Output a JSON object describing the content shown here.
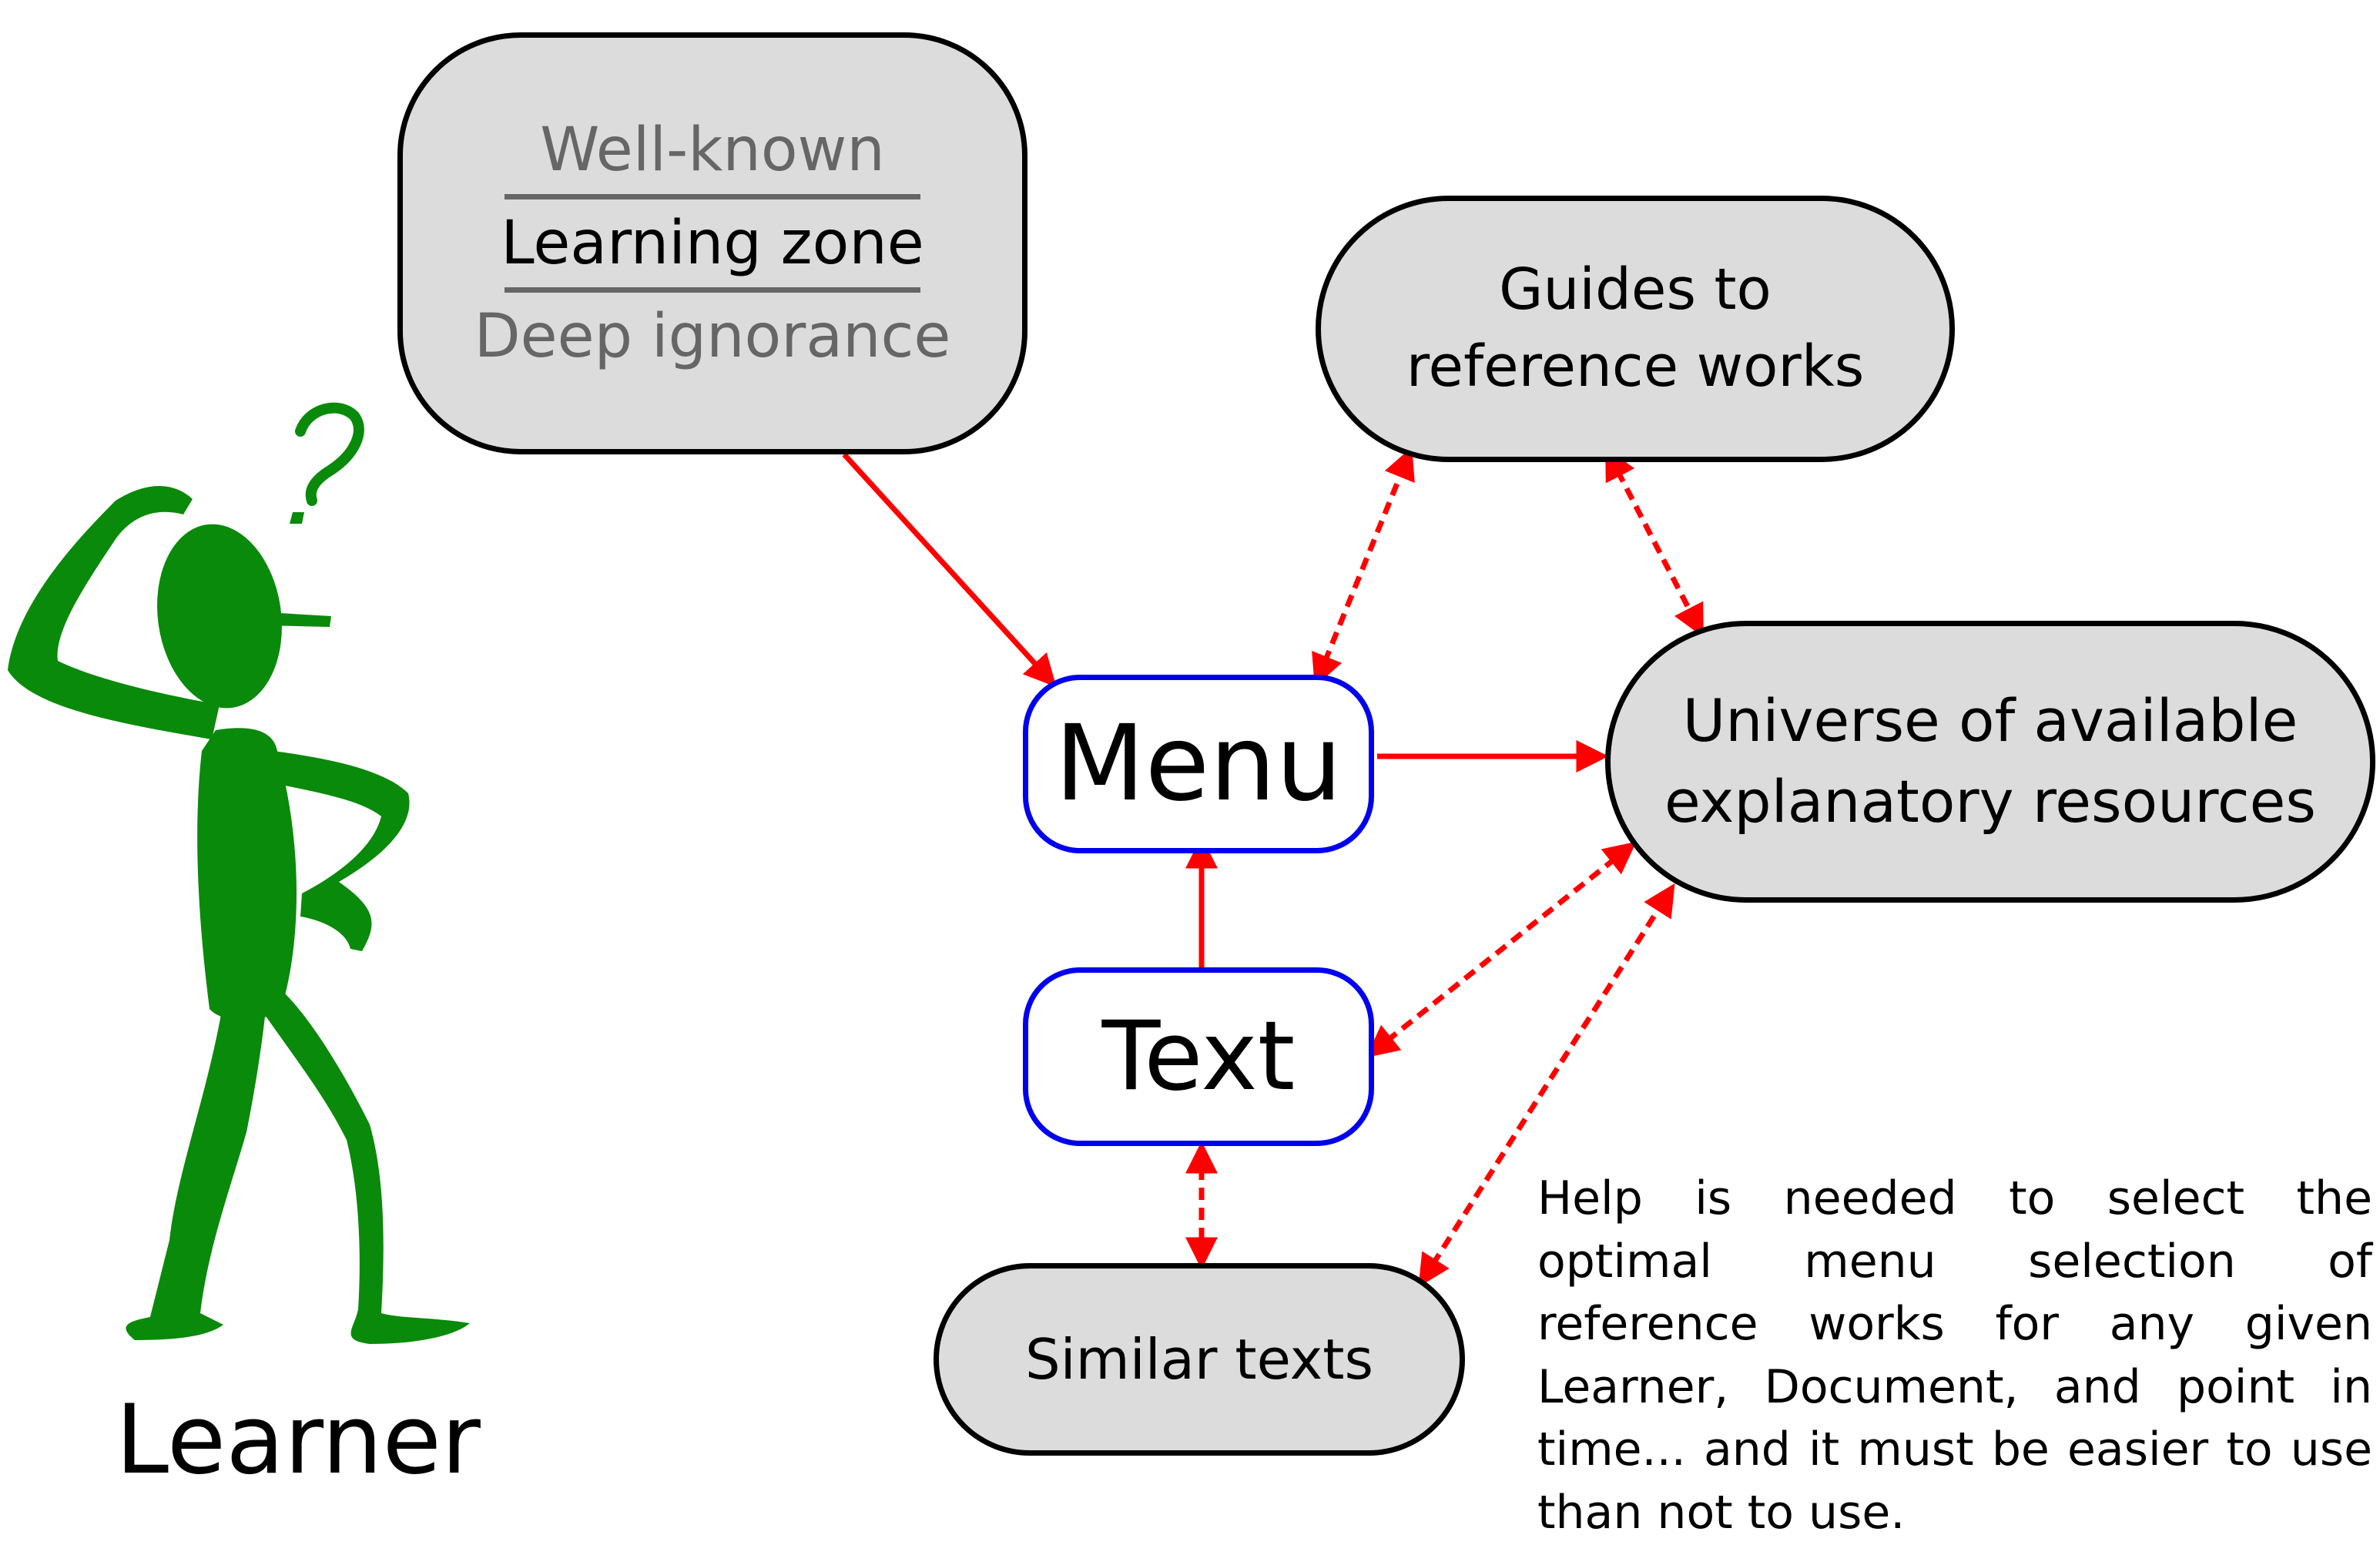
{
  "learner": {
    "label": "Learner",
    "question_mark": "?",
    "figure_color": "#0a8a0a"
  },
  "zones_box": {
    "top": "Well-known",
    "middle": "Learning zone",
    "bottom": "Deep ignorance"
  },
  "nodes": {
    "guides": [
      "Guides to",
      "reference works"
    ],
    "universe": [
      "Universe of available",
      "explanatory resources"
    ],
    "menu": "Menu",
    "text": "Text",
    "similar": "Similar texts"
  },
  "note": "Help is needed to select the optimal menu selection of reference works for any given Learner, Document, and point in time... and it must be easier to use than not to use.",
  "colors": {
    "arrow": "#ff0000",
    "node_fill": "#dcdcdc",
    "node_border": "#000000",
    "focus_border": "#0000ee",
    "muted_text": "#666666"
  },
  "edges": [
    {
      "from": "zones_box",
      "to": "menu",
      "style": "solid",
      "direction": "forward"
    },
    {
      "from": "menu",
      "to": "universe",
      "style": "solid",
      "direction": "forward"
    },
    {
      "from": "text",
      "to": "menu",
      "style": "solid",
      "direction": "forward"
    },
    {
      "from": "menu",
      "to": "guides",
      "style": "dashed",
      "direction": "both"
    },
    {
      "from": "guides",
      "to": "universe",
      "style": "dashed",
      "direction": "both"
    },
    {
      "from": "text",
      "to": "universe",
      "style": "dashed",
      "direction": "both"
    },
    {
      "from": "similar",
      "to": "universe",
      "style": "dashed",
      "direction": "both"
    },
    {
      "from": "text",
      "to": "similar",
      "style": "dashed",
      "direction": "both"
    }
  ]
}
